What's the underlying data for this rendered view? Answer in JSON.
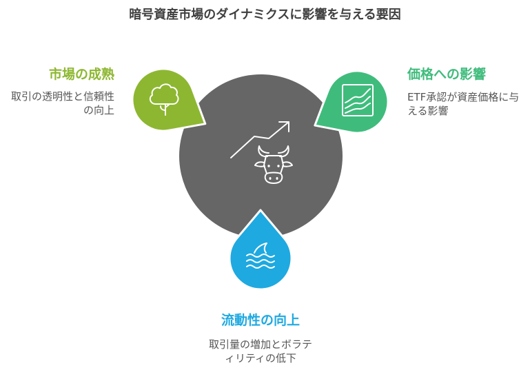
{
  "title": "暗号資産市場のダイナミクスに影響を与える要因",
  "colors": {
    "title": "#3F3F3F",
    "description": "#555555",
    "center_circle": "#666666",
    "icon_stroke": "#FFFFFF"
  },
  "center": {
    "icon": "bull-with-rising-arrow-icon"
  },
  "factors": [
    {
      "heading": "市場の成熟",
      "description_lines": [
        "取引の透明性と信頼性",
        "の向上"
      ],
      "icon": "tree-icon",
      "color": "#8DB731"
    },
    {
      "heading": "価格への影響",
      "description_lines": [
        "ETF承認が資産価格に与",
        "える影響"
      ],
      "icon": "chart-icon",
      "color": "#3FBC7C"
    },
    {
      "heading": "流動性の向上",
      "description_lines": [
        "取引量の増加とボラテ",
        "ィリティの低下"
      ],
      "icon": "shark-fin-water-icon",
      "color": "#1EA9E1"
    }
  ]
}
